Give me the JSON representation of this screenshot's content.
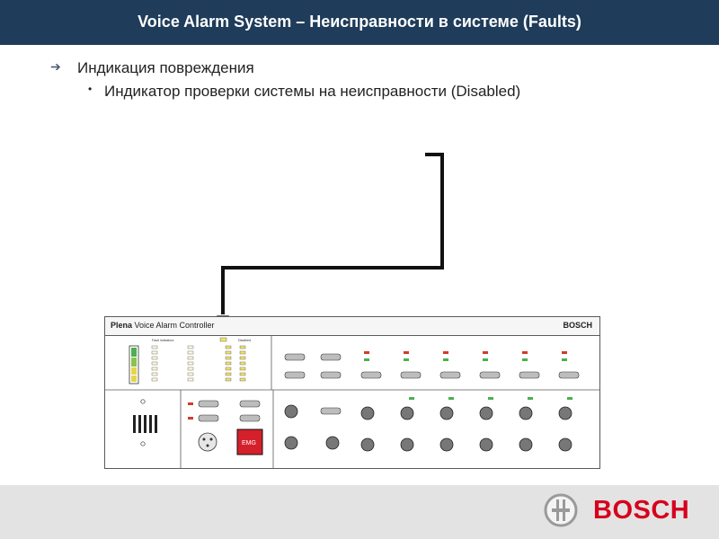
{
  "slide": {
    "title": "Voice Alarm System – Неисправности в системе (Faults)"
  },
  "bullets": {
    "level1_marker": "➔",
    "level1": "Индикация повреждения",
    "level2_marker": "•",
    "level2": "Индикатор проверки системы на неисправности (Disabled)"
  },
  "panel": {
    "brand_bold": "Plena",
    "brand_rest": " Voice Alarm Controller",
    "logo": "BOSCH",
    "fault_indicators_label": "Fault indicators",
    "disabled_label": "Disabled",
    "emg_label": "EMG",
    "colors": {
      "led_green": "#4caf50",
      "led_red": "#d33a2c",
      "emg_red": "#d4202a",
      "button_grey": "#bdbdbd"
    }
  },
  "footer": {
    "logo_text": "BOSCH",
    "logo_icon": "bosch-armature-icon"
  }
}
